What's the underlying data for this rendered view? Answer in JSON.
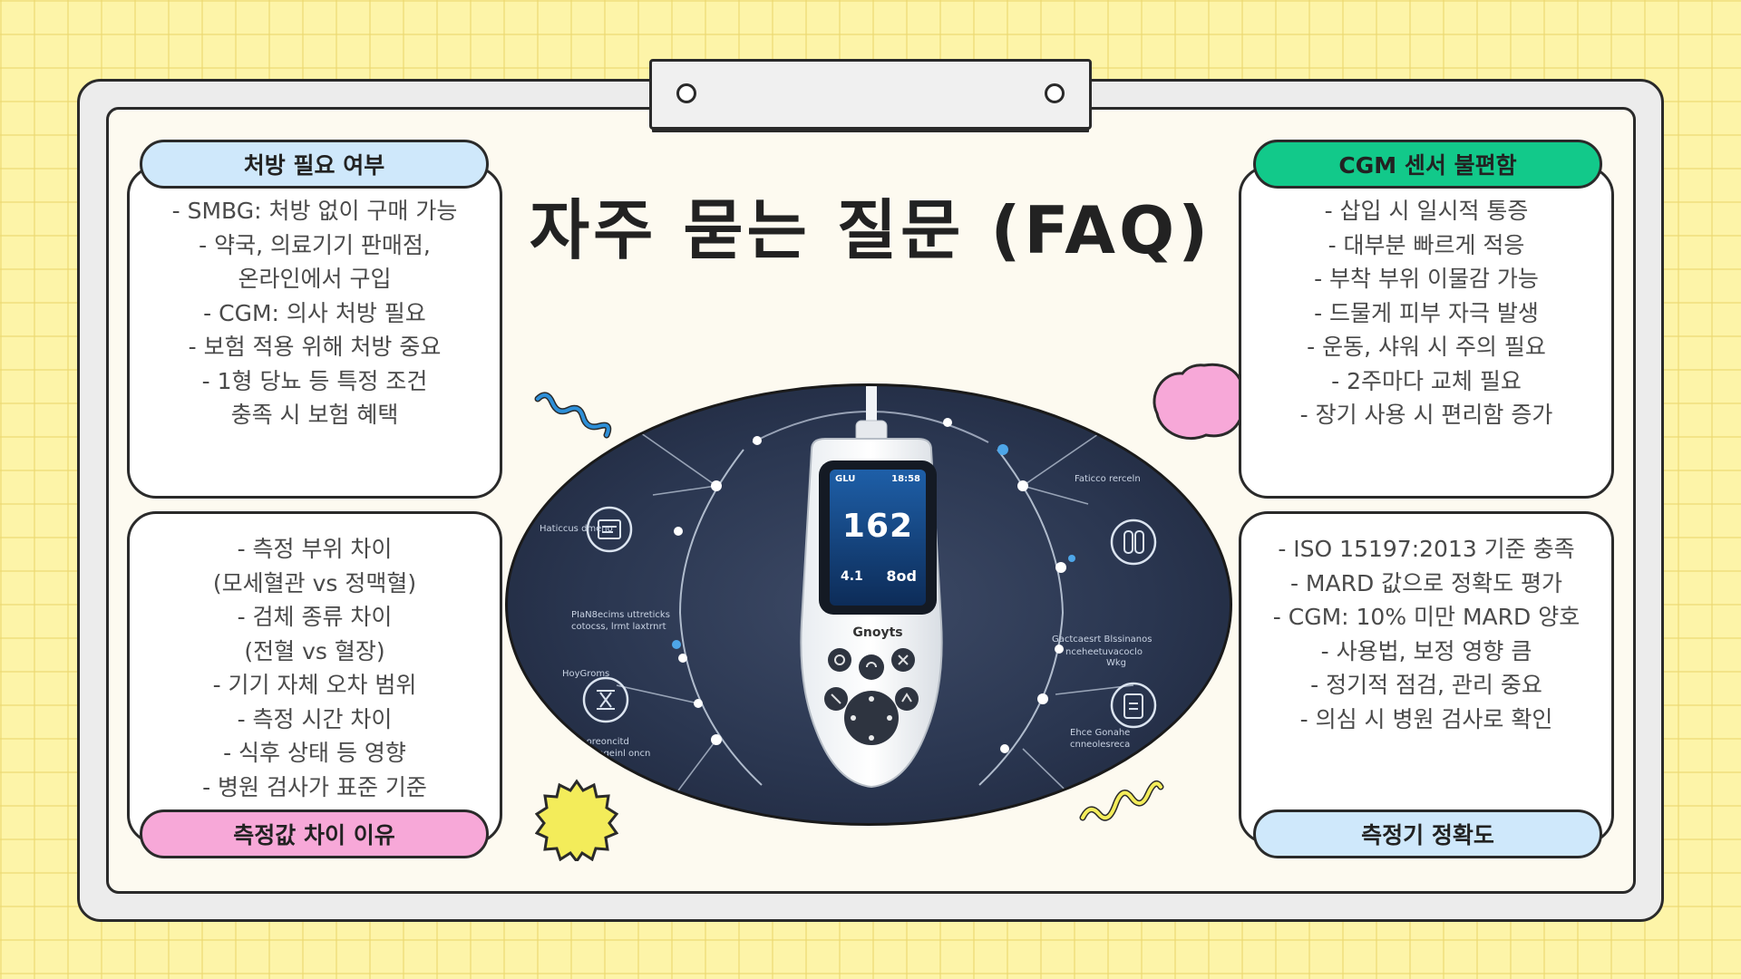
{
  "title": "자주 묻는 질문 (FAQ)",
  "colors": {
    "background": "#fdf4a8",
    "header_blue": "#cfe8fb",
    "header_green": "#12c98a",
    "header_pink": "#f7a8d8",
    "deco_pink": "#f7a8d8",
    "deco_yellow": "#f3ec5a",
    "deco_blue": "#2d6fb5",
    "oval_dark": "#2a3650"
  },
  "cards": {
    "prescription": {
      "header": "처방 필요 여부",
      "lines": [
        "- SMBG: 처방 없이 구매 가능",
        "- 약국, 의료기기 판매점,",
        "온라인에서 구입",
        "- CGM: 의사 처방 필요",
        "- 보험 적용 위해 처방 중요",
        "- 1형 당뇨 등 특정 조건",
        "충족 시 보험 혜택"
      ]
    },
    "cgm_discomfort": {
      "header": "CGM 센서 불편함",
      "lines": [
        "- 삽입 시 일시적 통증",
        "- 대부분 빠르게 적응",
        "- 부착 부위 이물감 가능",
        "- 드물게 피부 자극 발생",
        "- 운동, 샤워 시 주의 필요",
        "- 2주마다 교체 필요",
        "- 장기 사용 시 편리함 증가"
      ]
    },
    "measurement_difference": {
      "header": "측정값 차이 이유",
      "lines": [
        "- 측정 부위 차이",
        "(모세혈관 vs 정맥혈)",
        "- 검체 종류 차이",
        "(전혈 vs 혈장)",
        "- 기기 자체 오차 범위",
        "- 측정 시간 차이",
        "- 식후 상태 등 영향",
        "- 병원 검사가 표준 기준"
      ]
    },
    "accuracy": {
      "header": "측정기 정확도",
      "lines": [
        "- ISO 15197:2013 기준 충족",
        "- MARD 값으로 정확도 평가",
        "- CGM: 10% 미만 MARD 양호",
        "- 사용법, 보정 영향 큼",
        "- 정기적 점검, 관리 중요",
        "- 의심 시 병원 검사로 확인"
      ]
    }
  },
  "device": {
    "reading": "162",
    "brand": "Gnoyts",
    "screen_top_left": "GLU",
    "screen_top_right": "18:58",
    "screen_bottom_right": "8od",
    "screen_bottom_left": "4.1"
  }
}
